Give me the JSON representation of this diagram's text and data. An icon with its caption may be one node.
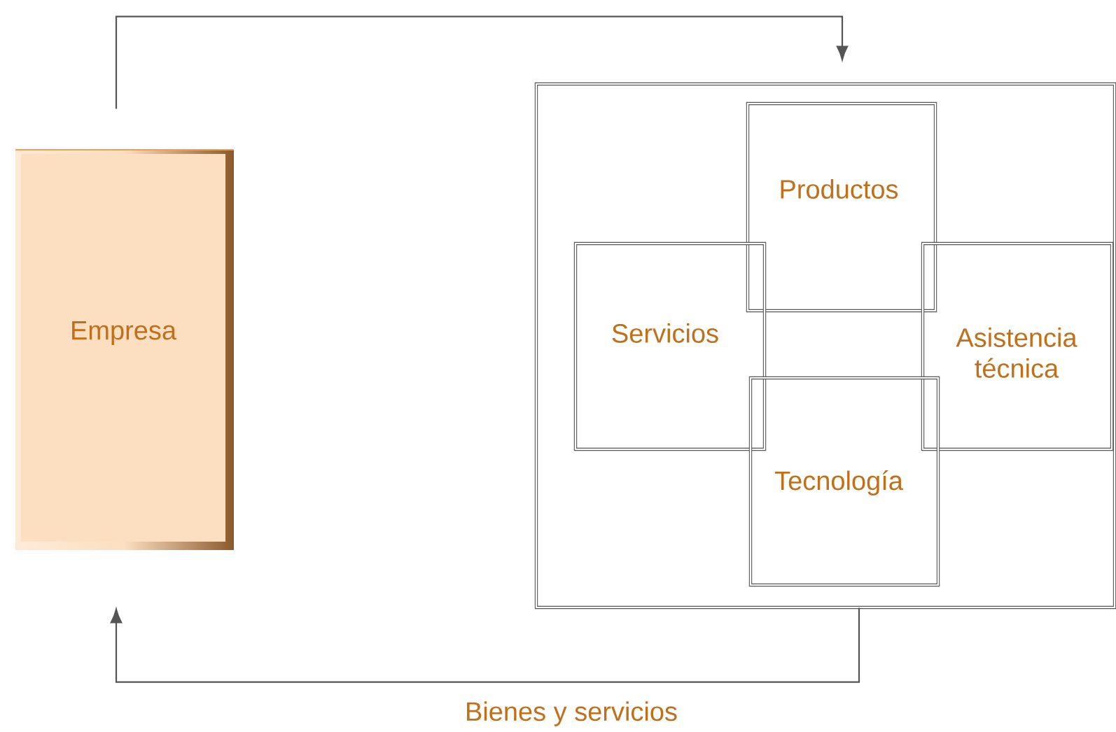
{
  "diagram": {
    "nodes": [
      {
        "text": [
          "Empresa"
        ]
      },
      {
        "text": [],
        "shape": "box"
      },
      {
        "text": [
          "Productos"
        ],
        "in": 1
      },
      {
        "text": [
          "Servicios"
        ],
        "in": 1
      },
      {
        "text": [
          "Asistencia técnica"
        ],
        "in": 1
      },
      {
        "text": [
          "Tecnología"
        ],
        "in": 1
      }
    ],
    "edges": [
      {
        "from": 0,
        "to": 1,
        "arrow": "to"
      },
      {
        "from": 1,
        "to": 0,
        "arrow": "to",
        "label": "Bienes y servicios"
      }
    ]
  }
}
